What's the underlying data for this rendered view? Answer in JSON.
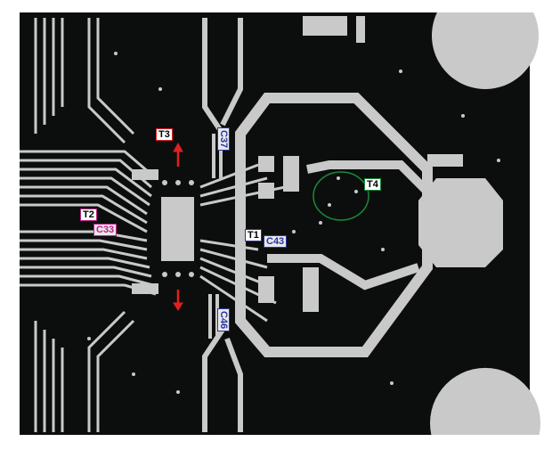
{
  "colors": {
    "board": "#0c0e0e",
    "copper": "#c9c9c9",
    "red": "#e02020",
    "blue": "#2a36a0",
    "magenta": "#c0208a",
    "green": "#1a8a3a"
  },
  "labels": {
    "t1": {
      "text": "T1",
      "color": "#2a36a0"
    },
    "t2": {
      "text": "T2",
      "color": "#c0208a"
    },
    "t3": {
      "text": "T3",
      "color": "#e02020"
    },
    "t4": {
      "text": "T4",
      "color": "#1a8a3a"
    },
    "c33": "C33",
    "c37": "C37",
    "c43": "C43",
    "c46": "C46"
  }
}
